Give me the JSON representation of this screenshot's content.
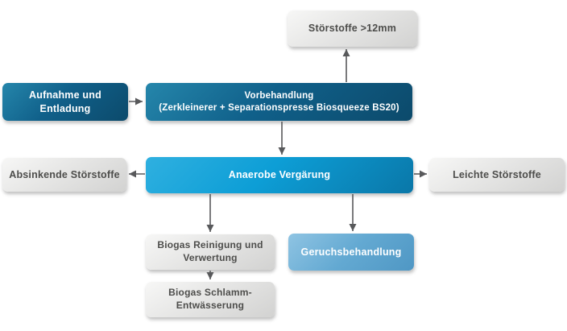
{
  "diagram": {
    "nodes": [
      {
        "id": "stoerstoffe-12mm",
        "label": "Störstoffe >12mm",
        "variant": "gray"
      },
      {
        "id": "aufnahme-entladung",
        "label": "Aufnahme und\nEntladung",
        "variant": "dark-blue"
      },
      {
        "id": "vorbehandlung",
        "label": "Vorbehandlung\n(Zerkleinerer + Separationspresse Biosqueeze BS20)",
        "variant": "dark-blue"
      },
      {
        "id": "absinkende-stoerstoffe",
        "label": "Absinkende Störstoffe",
        "variant": "gray"
      },
      {
        "id": "anaerobe-vergaerung",
        "label": "Anaerobe Vergärung",
        "variant": "bright-blue"
      },
      {
        "id": "leichte-stoerstoffe",
        "label": "Leichte Störstoffe",
        "variant": "gray"
      },
      {
        "id": "biogas-reinigung",
        "label": "Biogas Reinigung und\nVerwertung",
        "variant": "gray"
      },
      {
        "id": "geruchsbehandlung",
        "label": "Geruchsbehandlung",
        "variant": "light-blue"
      },
      {
        "id": "biogas-schlamm",
        "label": "Biogas Schlamm-\nEntwässerung",
        "variant": "gray"
      }
    ],
    "edges": [
      {
        "from": "vorbehandlung",
        "to": "stoerstoffe-12mm",
        "direction": "up"
      },
      {
        "from": "aufnahme-entladung",
        "to": "vorbehandlung",
        "direction": "right"
      },
      {
        "from": "vorbehandlung",
        "to": "anaerobe-vergaerung",
        "direction": "down"
      },
      {
        "from": "anaerobe-vergaerung",
        "to": "absinkende-stoerstoffe",
        "direction": "left"
      },
      {
        "from": "anaerobe-vergaerung",
        "to": "leichte-stoerstoffe",
        "direction": "right"
      },
      {
        "from": "anaerobe-vergaerung",
        "to": "biogas-reinigung",
        "direction": "down"
      },
      {
        "from": "anaerobe-vergaerung",
        "to": "geruchsbehandlung",
        "direction": "down"
      },
      {
        "from": "biogas-reinigung",
        "to": "biogas-schlamm",
        "direction": "down"
      }
    ],
    "colors": {
      "dark_blue": "#10608a",
      "bright_blue": "#0d9ed6",
      "light_blue": "#63a9d2",
      "gray_box": "#e2e2e1",
      "text_on_blue": "#ffffff",
      "text_on_gray": "#4d4d4b",
      "arrow": "#58595b",
      "background": "#ffffff"
    }
  }
}
